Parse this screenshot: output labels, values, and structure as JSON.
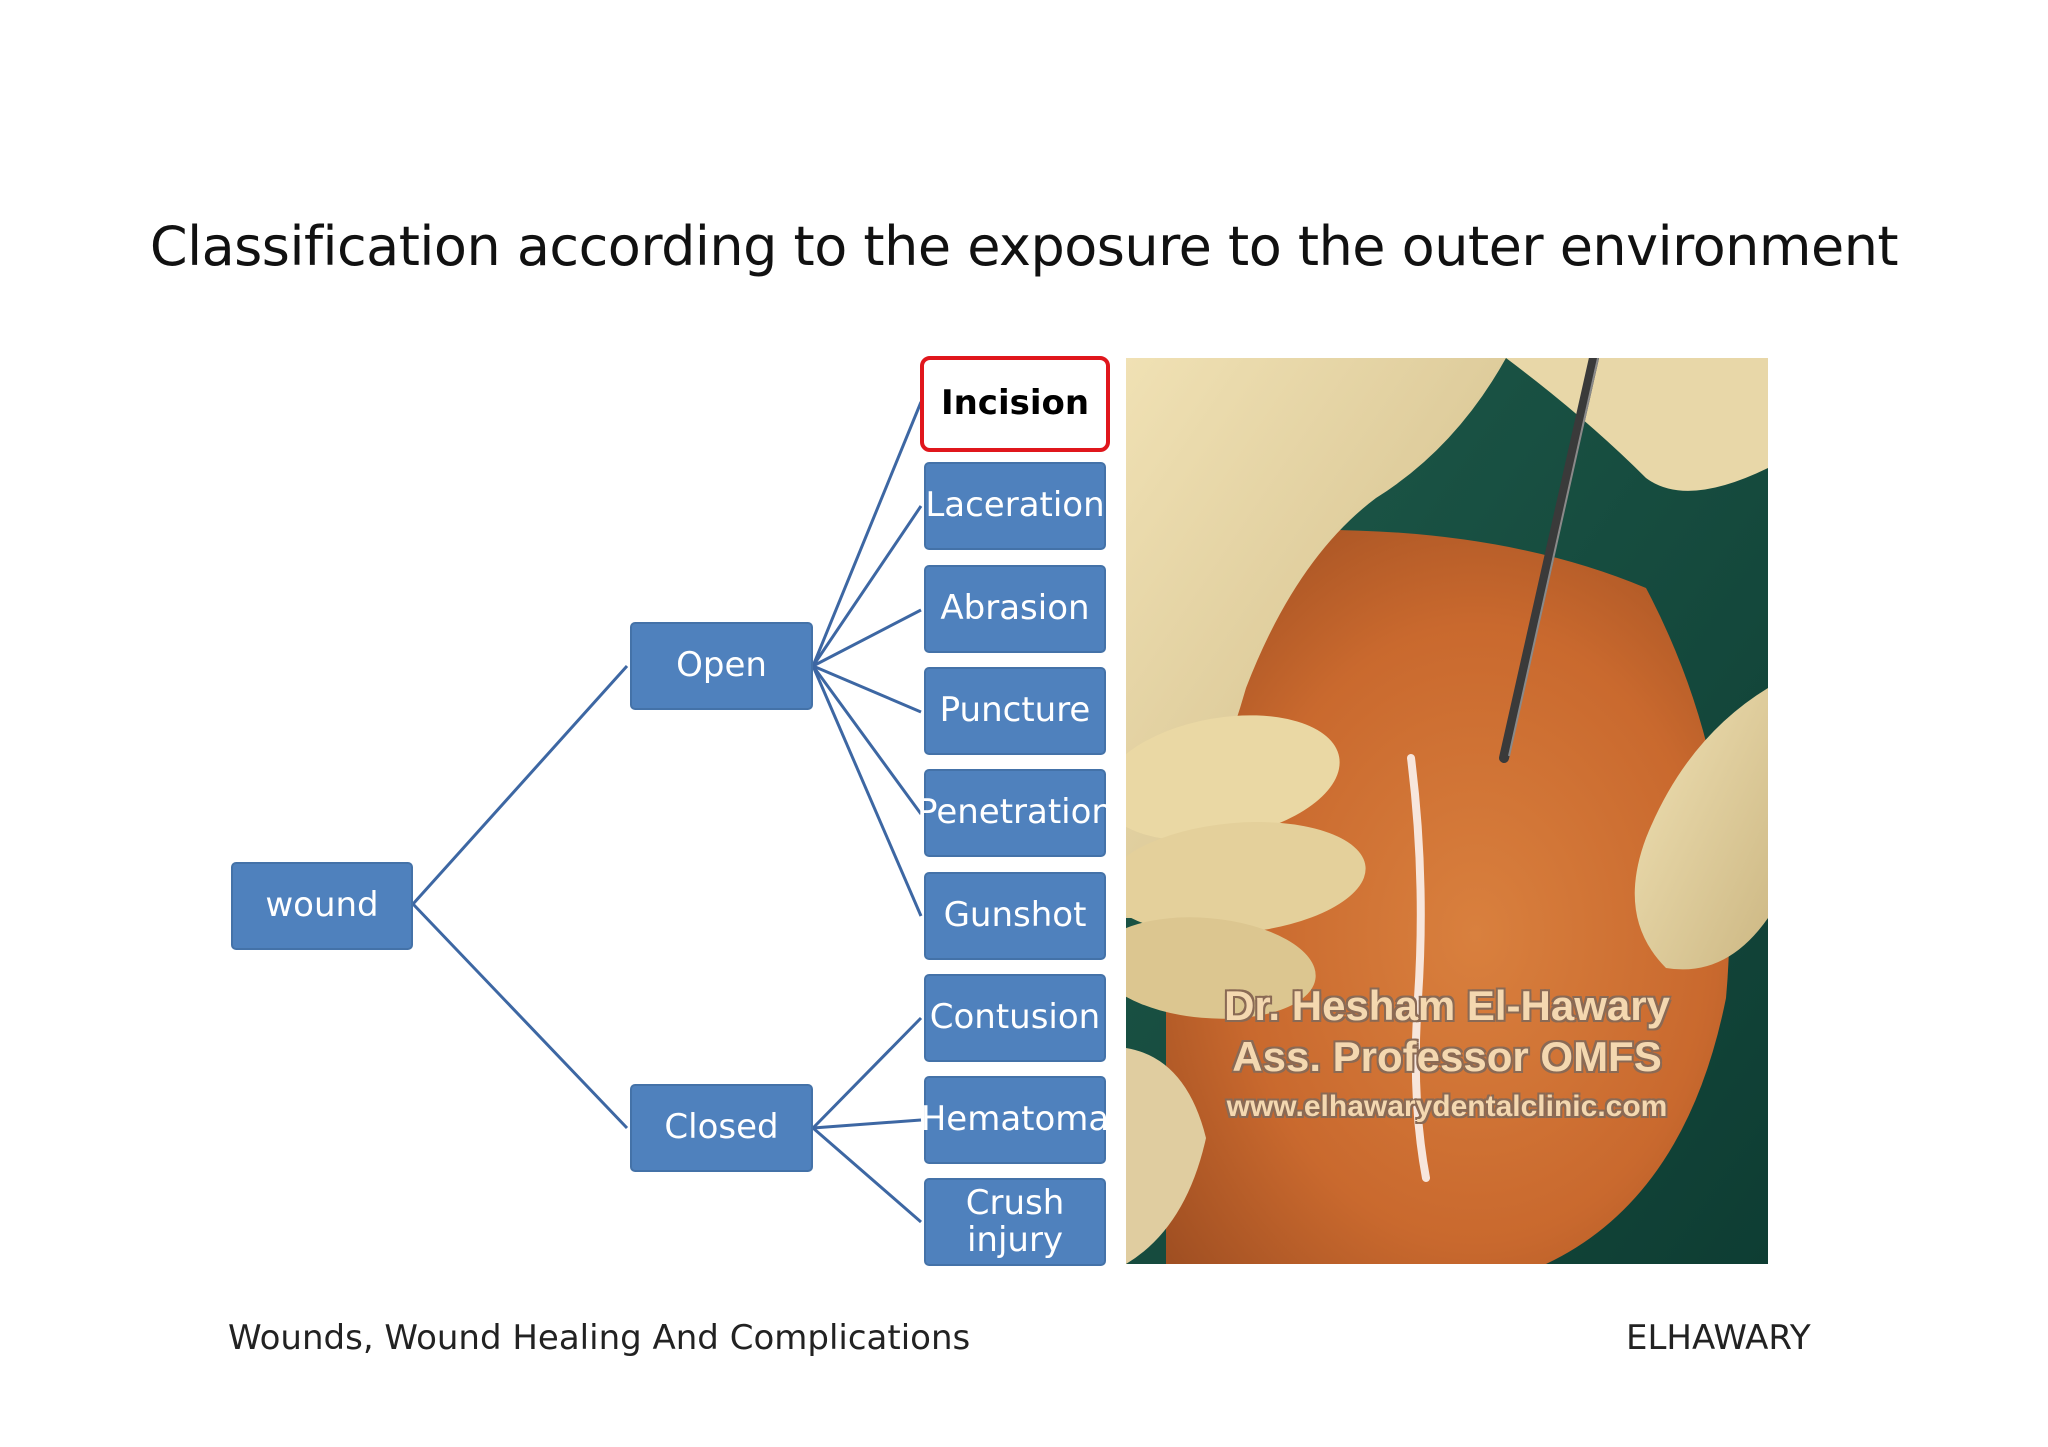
{
  "slide": {
    "title": "Classification according to the exposure to the outer environment",
    "footer_left": "Wounds, Wound Healing And Complications",
    "footer_right": "ELHAWARY"
  },
  "diagram": {
    "root": "wound",
    "categories": {
      "open": "Open",
      "closed": "Closed"
    },
    "open_types": [
      "Incision",
      "Laceration",
      "Abrasion",
      "Puncture",
      "Penetration",
      "Gunshot"
    ],
    "closed_types": [
      "Contusion",
      "Hematoma",
      "Crush injury"
    ],
    "highlighted": "Incision"
  },
  "photo": {
    "watermark": {
      "line1": "Dr. Hesham El-Hawary",
      "line2": "Ass. Professor OMFS",
      "line3": "www.elhawarydentalclinic.com"
    }
  },
  "colors": {
    "node_fill": "#4f81bd",
    "connector": "#3d67a3",
    "highlight_border": "#e0161c"
  }
}
